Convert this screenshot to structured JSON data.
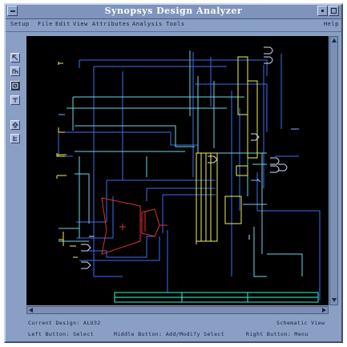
{
  "window": {
    "title": "Synopsys Design Analyzer"
  },
  "menubar": {
    "items": [
      "Setup",
      "File",
      "Edit",
      "View",
      "Attributes",
      "Analysis",
      "Tools"
    ],
    "help": "Help"
  },
  "toolbar": {
    "tools": [
      "pointer-tool",
      "port-tool",
      "cell-tool",
      "net-tool",
      "up-level-tool",
      "down-level-tool"
    ]
  },
  "status": {
    "current_design": "Current Design: ALU32",
    "view_mode": "Schematic View",
    "left_button": "Left Button: Select",
    "middle_button": "Middle Button: Add/Modify Select",
    "right_button": "Right Button: Menu"
  },
  "colors": {
    "window_bg": "#8a9fc4",
    "canvas_bg": "#000000",
    "wire_blue": "#3c6ff0",
    "wire_cyan": "#6fd3e6",
    "cell_yellow": "#f0ef5a",
    "datapath_red": "#e03030",
    "bus_teal": "#2fd0b0"
  }
}
